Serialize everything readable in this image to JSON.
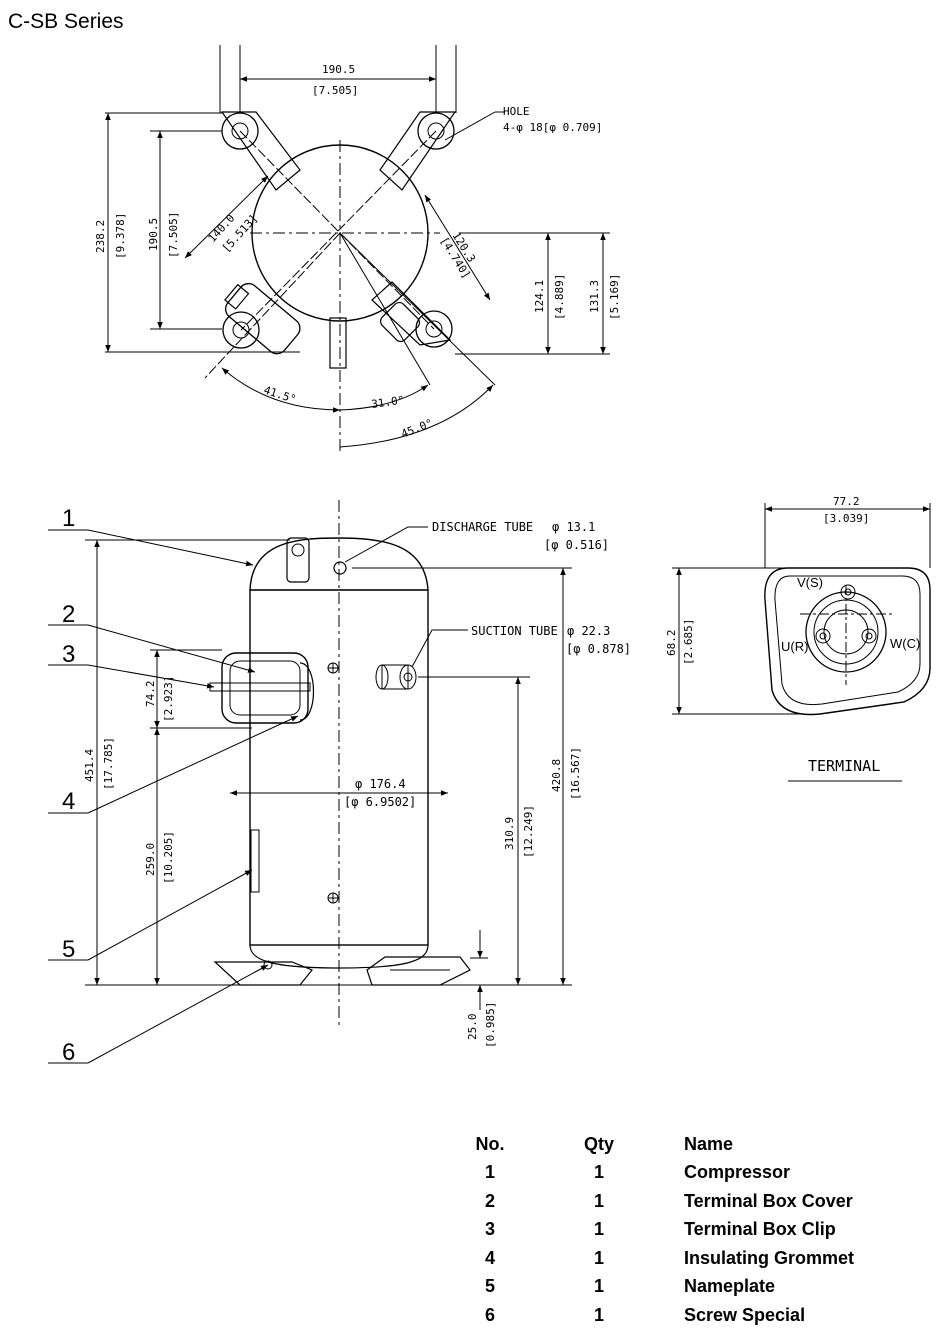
{
  "title": "C-SB  Series",
  "top_view": {
    "dim_width": "190.5",
    "dim_width_in": "[7.505]",
    "hole_label": "HOLE",
    "hole_spec": "4-φ 18[φ 0.709]",
    "dim_238": "238.2",
    "dim_238_in": "[9.378]",
    "dim_190": "190.5",
    "dim_190_in": "[7.505]",
    "dim_140": "140.0",
    "dim_140_in": "[5.513]",
    "dim_120": "120.3",
    "dim_120_in": "[4.740]",
    "dim_124": "124.1",
    "dim_124_in": "[4.889]",
    "dim_131": "131.3",
    "dim_131_in": "[5.169]",
    "angle_1": "41.5°",
    "angle_2": "31.0°",
    "angle_3": "45.0°"
  },
  "side_view": {
    "discharge_label": "DISCHARGE TUBE",
    "discharge_dia": "φ 13.1",
    "discharge_dia_in": "[φ 0.516]",
    "suction_label": "SUCTION TUBE",
    "suction_dia": "φ 22.3",
    "suction_dia_in": "[φ 0.878]",
    "dim_451": "451.4",
    "dim_451_in": "[17.785]",
    "dim_74": "74.2",
    "dim_74_in": "[2.923]",
    "dim_259": "259.0",
    "dim_259_in": "[10.205]",
    "dim_176": "φ 176.4",
    "dim_176_in": "[φ 6.9502]",
    "dim_310": "310.9",
    "dim_310_in": "[12.249]",
    "dim_420": "420.8",
    "dim_420_in": "[16.567]",
    "dim_25": "25.0",
    "dim_25_in": "[0.985]",
    "callouts": [
      "1",
      "2",
      "3",
      "4",
      "5",
      "6"
    ]
  },
  "terminal": {
    "dim_width": "77.2",
    "dim_width_in": "[3.039]",
    "dim_height": "68.2",
    "dim_height_in": "[2.685]",
    "v": "V(S)",
    "u": "U(R)",
    "w": "W(C)",
    "caption": "TERMINAL"
  },
  "parts_table": {
    "headers": {
      "no": "No.",
      "qty": "Qty",
      "name": "Name"
    },
    "rows": [
      {
        "no": "1",
        "qty": "1",
        "name": "Compressor"
      },
      {
        "no": "2",
        "qty": "1",
        "name": "Terminal Box Cover"
      },
      {
        "no": "3",
        "qty": "1",
        "name": "Terminal Box Clip"
      },
      {
        "no": "4",
        "qty": "1",
        "name": "Insulating  Grommet"
      },
      {
        "no": "5",
        "qty": "1",
        "name": "Nameplate"
      },
      {
        "no": "6",
        "qty": "1",
        "name": "Screw Special"
      }
    ]
  }
}
